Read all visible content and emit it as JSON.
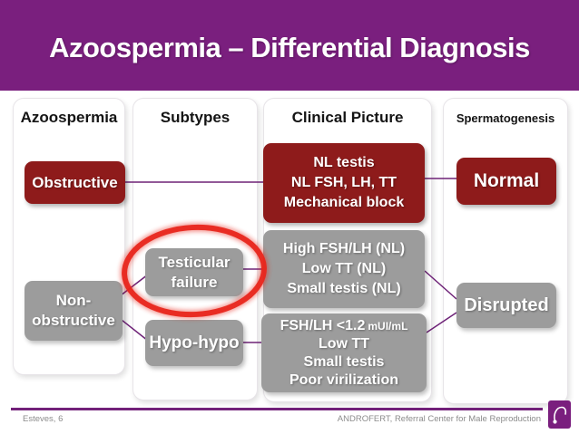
{
  "title": "Azoospermia – Differential Diagnosis",
  "columns": {
    "azoospermia": {
      "header": "Azoospermia"
    },
    "subtypes": {
      "header": "Subtypes"
    },
    "clinical": {
      "header": "Clinical Picture"
    },
    "spermatogenesis": {
      "header": "Spermatogenesis"
    }
  },
  "boxes": {
    "obstructive": {
      "label": "Obstructive"
    },
    "non_obstructive": {
      "label": "Non-\nobstructive"
    },
    "testicular_failure": {
      "label": "Testicular\nfailure"
    },
    "hypo_hypo": {
      "label": "Hypo-hypo"
    },
    "clin_obstructive": {
      "label": "NL testis\nNL FSH, LH, TT\nMechanical block"
    },
    "clin_testicular": {
      "label": "High FSH/LH (NL)\nLow TT (NL)\nSmall testis (NL)"
    },
    "clin_hypo": {
      "line1_value": "FSH/LH <1.2",
      "line1_unit": "mUI/mL",
      "rest": "Low TT\nSmall testis\nPoor virilization"
    },
    "normal": {
      "label": "Normal"
    },
    "disrupted": {
      "label": "Disrupted"
    }
  },
  "footer": {
    "citation": "Esteves, 6",
    "affiliation": "ANDROFERT, Referral Center for Male Reproduction"
  },
  "colors": {
    "banner_purple": "#7A1F7E",
    "box_dark_red": "#8E1B1B",
    "box_gray": "#9C9C9C",
    "highlight_red": "#E8261C",
    "connector_purple": "#6E2277"
  }
}
